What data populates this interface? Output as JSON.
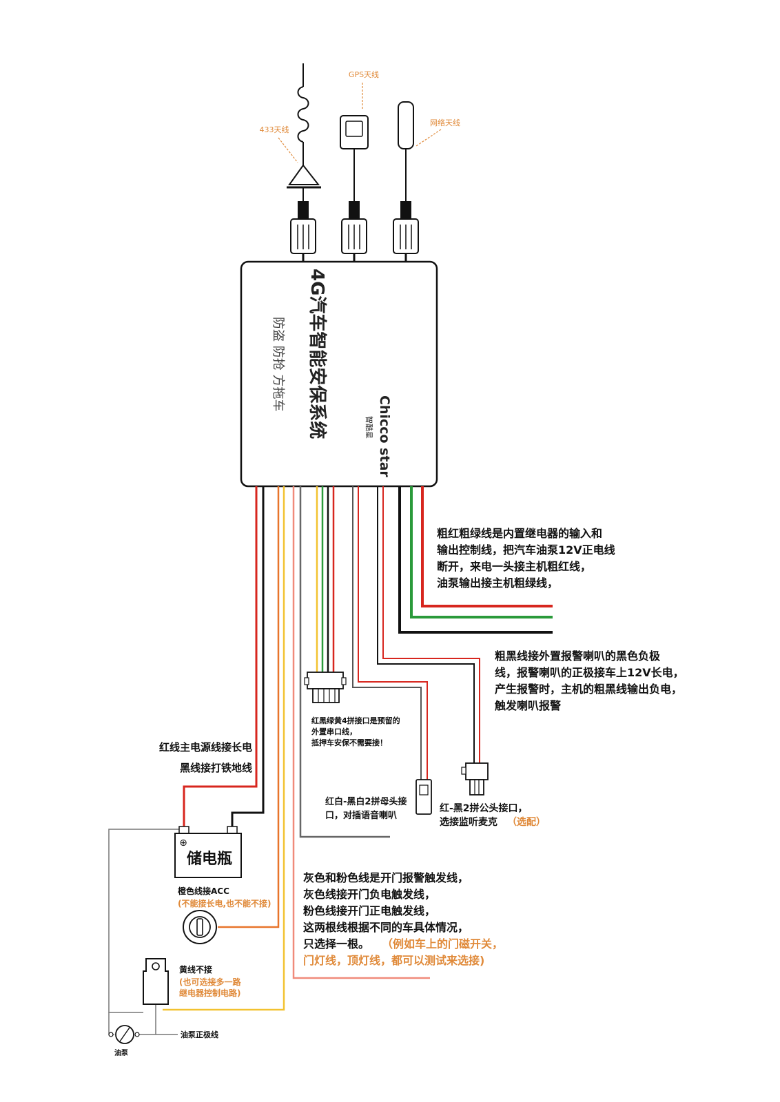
{
  "antennas": {
    "antenna_433": "433天线",
    "gps": "GPS天线",
    "network": "网络天线"
  },
  "device": {
    "title": "4G汽车智能安保系统",
    "subtitle": "防盗 防抢 方拖车",
    "brand": "Chicco star",
    "brand_cn": "智酷星"
  },
  "notes": {
    "relay_lines": [
      "粗红粗绿线是内置继电器的输入和",
      "输出控制线，把汽车油泵12V正电线",
      "断开，来电一头接主机粗红线，",
      "油泵输出接主机粗绿线，"
    ],
    "alarm_lines": [
      "粗黑线接外置报警喇叭的黑色负极",
      "线，报警喇叭的正极接车上12V长电，",
      "产生报警时，主机的粗黑线输出负电，",
      "触发喇叭报警"
    ],
    "serial_lines": [
      "红黑绿黄4拼接口是预留的",
      "外置串口线，",
      "抵押车安保不需要接！"
    ],
    "power_red": "红线主电源线接长电",
    "power_black": "黑线接打铁地线",
    "speaker_lines": [
      "红白-黑白2拼母头接",
      "口，对插语音喇叭"
    ],
    "mic_line1": "红-黑2拼公头接口，",
    "mic_line2": "选接监听麦克",
    "mic_optional": "（选配）",
    "battery": "储电瓶",
    "battery_plus": "⊕",
    "acc_title": "橙色线接ACC",
    "acc_note": "(不能接长电,也不能不接)",
    "door_lines": [
      "灰色和粉色线是开门报警触发线，",
      "灰色线接开门负电触发线，",
      "粉色线接开门正电触发线，",
      "这两根线根据不同的车具体情况，"
    ],
    "door_choose": "只选择一根。",
    "door_example1": "（例如车上的门磁开关，",
    "door_example2": "门灯线，顶灯线，都可以测试来选接)",
    "yellow_title": "黄线不接",
    "yellow_note1": "(也可选接多一路",
    "yellow_note2": "继电器控制电路)",
    "pump_positive": "油泵正极线",
    "pump": "油泵"
  },
  "colors": {
    "red": "#d7261e",
    "green": "#2a9a3a",
    "black": "#111111",
    "orange": "#e8742a",
    "yellow": "#f2c230",
    "gray": "#888888",
    "pink": "#f08a7a",
    "annotation": "#e08a3a"
  },
  "icons": [
    "antenna-433-icon",
    "gps-antenna-icon",
    "network-antenna-icon",
    "connector-icon",
    "battery-icon",
    "ignition-switch-icon",
    "relay-icon",
    "fuel-pump-icon"
  ]
}
